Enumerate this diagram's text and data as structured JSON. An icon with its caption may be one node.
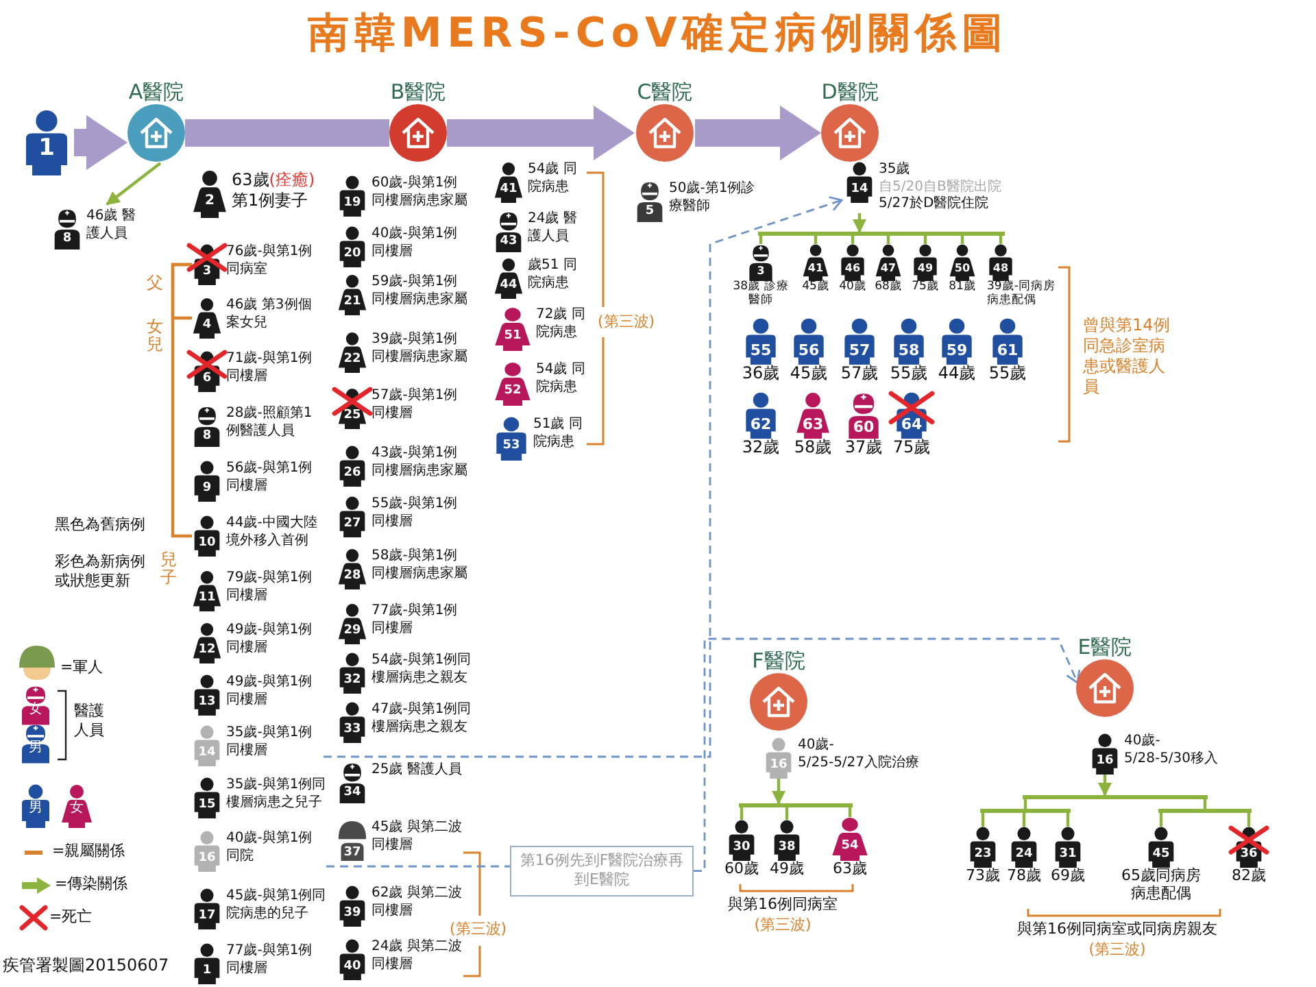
{
  "diagram": {
    "title": "南韓MERS-CoV確定病例關係圖",
    "nodes": [
      {
        "text": [
          "1"
        ]
      },
      {
        "text": [
          "A醫院"
        ]
      },
      {
        "text": [
          "B醫院"
        ]
      },
      {
        "text": [
          "C醫院"
        ]
      },
      {
        "text": [
          "D醫院"
        ]
      },
      {
        "text": [
          "8",
          "46歲 醫護人員"
        ]
      },
      {
        "text": [
          "2",
          "63歲",
          "(痊癒)",
          "第1例妻子"
        ]
      },
      {
        "text": [
          "3",
          "76歲-與第1例同病室"
        ]
      },
      {
        "text": [
          "4",
          "46歲 第3例個案女兒"
        ]
      },
      {
        "text": [
          "6",
          "71歲-與第1例同樓層"
        ]
      },
      {
        "text": [
          "8",
          "28歲-照顧第1例醫護人員"
        ]
      },
      {
        "text": [
          "9",
          "56歲-與第1例同樓層"
        ]
      },
      {
        "text": [
          "10",
          "44歲-中國大陸境外移入首例"
        ]
      },
      {
        "text": [
          "11",
          "79歲-與第1例同樓層"
        ]
      },
      {
        "text": [
          "12",
          "49歲-與第1例同樓層"
        ]
      },
      {
        "text": [
          "13",
          "49歲-與第1例同樓層"
        ]
      },
      {
        "text": [
          "14",
          "35歲-與第1例同樓層"
        ]
      },
      {
        "text": [
          "15",
          "35歲-與第1例同樓層病患之兒子"
        ]
      },
      {
        "text": [
          "16",
          "40歲-與第1例同院"
        ]
      },
      {
        "text": [
          "17",
          "45歲-與第1例同院病患的兒子"
        ]
      },
      {
        "text": [
          "1",
          "77歲-與第1例同樓層"
        ]
      },
      {
        "text": [
          "19",
          "60歲-與第1例同樓層病患家屬"
        ]
      },
      {
        "text": [
          "20",
          "40歲-與第1例同樓層"
        ]
      },
      {
        "text": [
          "21",
          "59歲-與第1例同樓層病患家屬"
        ]
      },
      {
        "text": [
          "22",
          "39歲-與第1例同樓層病患家屬"
        ]
      },
      {
        "text": [
          "25",
          "57歲-與第1例同樓層"
        ]
      },
      {
        "text": [
          "26",
          "43歲-與第1例同樓層病患家屬"
        ]
      },
      {
        "text": [
          "27",
          "55歲-與第1例同樓層"
        ]
      },
      {
        "text": [
          "28",
          "58歲-與第1例同樓層病患家屬"
        ]
      },
      {
        "text": [
          "29",
          "77歲-與第1例同樓層"
        ]
      },
      {
        "text": [
          "32",
          "54歲-與第1例同樓層病患之親友"
        ]
      },
      {
        "text": [
          "33",
          "47歲-與第1例同樓層病患之親友"
        ]
      },
      {
        "text": [
          "34",
          "25歲 醫護人員"
        ]
      },
      {
        "text": [
          "37",
          "45歲 與第二波同樓層"
        ]
      },
      {
        "text": [
          "39",
          "62歲 與第二波同樓層"
        ]
      },
      {
        "text": [
          "40",
          "24歲 與第二波同樓層"
        ]
      },
      {
        "text": [
          "41",
          "54歲 同院病患"
        ]
      },
      {
        "text": [
          "43",
          "24歲 醫護人員"
        ]
      },
      {
        "text": [
          "44",
          "歲51 同院病患"
        ]
      },
      {
        "text": [
          "51",
          "72歲 同院病患"
        ]
      },
      {
        "text": [
          "52",
          "54歲 同院病患"
        ]
      },
      {
        "text": [
          "53",
          "51歲 同院病患"
        ]
      },
      {
        "text": [
          "5",
          "50歲-第1例診療醫師"
        ]
      },
      {
        "text": [
          "14",
          "35歲",
          "自5/20自B醫院出院",
          "5/27於D醫院住院"
        ]
      },
      {
        "text": [
          "3",
          "38歲 診療醫師"
        ]
      },
      {
        "text": [
          "41",
          "45歲"
        ]
      },
      {
        "text": [
          "46",
          "40歲"
        ]
      },
      {
        "text": [
          "47",
          "68歲"
        ]
      },
      {
        "text": [
          "49",
          "75歲"
        ]
      },
      {
        "text": [
          "50",
          "81歲"
        ]
      },
      {
        "text": [
          "48",
          "39歲-同病房病患配偶"
        ]
      },
      {
        "text": [
          "55",
          "36歲"
        ]
      },
      {
        "text": [
          "56",
          "45歲"
        ]
      },
      {
        "text": [
          "57",
          "57歲"
        ]
      },
      {
        "text": [
          "58",
          "55歲"
        ]
      },
      {
        "text": [
          "59",
          "44歲"
        ]
      },
      {
        "text": [
          "61",
          "55歲"
        ]
      },
      {
        "text": [
          "62",
          "32歲"
        ]
      },
      {
        "text": [
          "63",
          "58歲"
        ]
      },
      {
        "text": [
          "60",
          "37歲"
        ]
      },
      {
        "text": [
          "64",
          "75歲"
        ]
      },
      {
        "text": [
          "F醫院"
        ]
      },
      {
        "text": [
          "E醫院"
        ]
      },
      {
        "text": [
          "16",
          "40歲-",
          "5/25-5/27入院治療"
        ]
      },
      {
        "text": [
          "30",
          "60歲"
        ]
      },
      {
        "text": [
          "38",
          "49歲"
        ]
      },
      {
        "text": [
          "54",
          "63歲"
        ]
      },
      {
        "text": [
          "第16例先到F醫院治療再到E醫院"
        ]
      },
      {
        "text": [
          "16",
          "40歲-",
          "5/28-5/30移入"
        ]
      },
      {
        "text": [
          "23",
          "73歲"
        ]
      },
      {
        "text": [
          "24",
          "78歲"
        ]
      },
      {
        "text": [
          "31",
          "69歲"
        ]
      },
      {
        "text": [
          "45",
          "65歲同病房病患配偶"
        ]
      },
      {
        "text": [
          "36",
          "82歲"
        ]
      },
      {
        "text": [],
        "shape": "bar"
      },
      {
        "text": [],
        "shape": "bar"
      },
      {
        "text": [],
        "shape": "bar"
      },
      {
        "text": [],
        "shape": "bar"
      },
      {
        "text": [],
        "shape": "bar"
      }
    ],
    "edges": [
      {
        "from": 0,
        "to": 1,
        "arrow": "to",
        "style": "thick",
        "color": "#a99bc9"
      },
      {
        "from": 1,
        "to": 2,
        "arrow": "none",
        "style": "thick",
        "color": "#a99bc9"
      },
      {
        "from": 2,
        "to": 3,
        "arrow": "to",
        "style": "thick",
        "color": "#a99bc9"
      },
      {
        "from": 3,
        "to": 4,
        "arrow": "to",
        "style": "thick",
        "color": "#a99bc9"
      },
      {
        "from": 1,
        "to": 5,
        "arrow": "to"
      },
      {
        "from": 7,
        "to": 8,
        "arrow": "none",
        "color": "#d9822b"
      },
      {
        "from": 7,
        "to": 12,
        "arrow": "none",
        "color": "#d9822b"
      },
      {
        "from": 43,
        "to": 74,
        "arrow": "to"
      },
      {
        "from": 74,
        "to": 44,
        "arrow": "none"
      },
      {
        "from": 74,
        "to": 45,
        "arrow": "none"
      },
      {
        "from": 74,
        "to": 46,
        "arrow": "none"
      },
      {
        "from": 74,
        "to": 47,
        "arrow": "none"
      },
      {
        "from": 74,
        "to": 48,
        "arrow": "none"
      },
      {
        "from": 74,
        "to": 49,
        "arrow": "none"
      },
      {
        "from": 74,
        "to": 50,
        "arrow": "none"
      },
      {
        "from": 16,
        "to": 43,
        "arrow": "to",
        "style": "dashed",
        "color": "#6f93c7"
      },
      {
        "from": 18,
        "to": 67,
        "arrow": "none",
        "style": "dashed",
        "color": "#6f93c7"
      },
      {
        "from": 67,
        "to": 62,
        "arrow": "to",
        "style": "dashed",
        "color": "#6f93c7"
      },
      {
        "from": 63,
        "to": 75,
        "arrow": "to"
      },
      {
        "from": 75,
        "to": 64,
        "arrow": "none"
      },
      {
        "from": 75,
        "to": 65,
        "arrow": "none"
      },
      {
        "from": 75,
        "to": 66,
        "arrow": "none"
      },
      {
        "from": 68,
        "to": 76,
        "arrow": "to"
      },
      {
        "from": 76,
        "to": 77,
        "arrow": "none"
      },
      {
        "from": 76,
        "to": 78,
        "arrow": "none"
      },
      {
        "from": 77,
        "to": 69,
        "arrow": "none"
      },
      {
        "from": 77,
        "to": 70,
        "arrow": "none"
      },
      {
        "from": 77,
        "to": 71,
        "arrow": "none"
      },
      {
        "from": 78,
        "to": 72,
        "arrow": "none"
      },
      {
        "from": 78,
        "to": 73,
        "arrow": "none"
      }
    ],
    "labels": [
      "父",
      "女兒",
      "(第三波)",
      "曾與第14例同急診室病患或醫護人員",
      "黑色為舊病例",
      "兒子",
      "彩色為新病例或狀態更新",
      "女",
      "男",
      "男",
      "女",
      "(第三波)",
      "與第16例同病室",
      "(第三波)",
      "與第16例同病室或同病房親友",
      "(第三波)",
      "疾管署製圖20150607"
    ],
    "legend": [
      {
        "text": "=軍人"
      },
      {
        "text": "醫護人員"
      },
      {
        "text": "=親屬關係"
      },
      {
        "text": "=傳染關係"
      },
      {
        "text": "=死亡"
      }
    ]
  }
}
